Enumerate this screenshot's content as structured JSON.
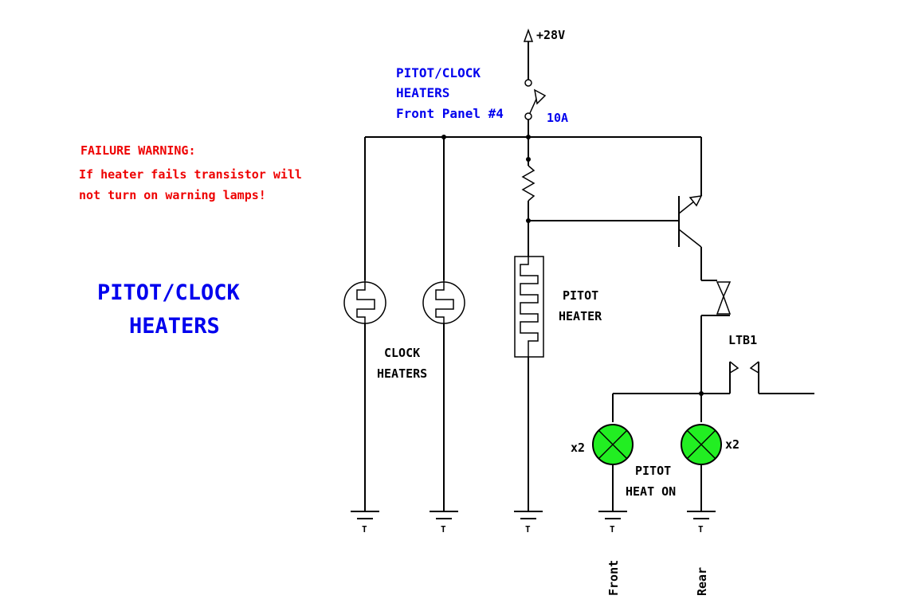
{
  "title": {
    "line1": "PITOT/CLOCK",
    "line2": "HEATERS"
  },
  "warning": {
    "heading": "FAILURE WARNING:",
    "line1": "If heater fails transistor will",
    "line2": "not turn on warning lamps!"
  },
  "power": {
    "supply_label": "+28V",
    "breaker_label_line1": "PITOT/CLOCK",
    "breaker_label_line2": "HEATERS",
    "breaker_label_line3": "Front Panel #4",
    "breaker_rating": "10A"
  },
  "components": {
    "clock_heaters_line1": "CLOCK",
    "clock_heaters_line2": "HEATERS",
    "pitot_heater_line1": "PITOT",
    "pitot_heater_line2": "HEATER",
    "connector_label": "LTB1",
    "lamp_left_qty": "x2",
    "lamp_right_qty": "x2",
    "lamps_label_line1": "PITOT",
    "lamps_label_line2": "HEAT ON"
  },
  "grounds": {
    "symbol_label": "T",
    "front_label": "Front",
    "rear_label": "Rear"
  },
  "colors": {
    "title": "#0000ee",
    "warning": "#ee0000",
    "lamp": "#22ee22"
  }
}
